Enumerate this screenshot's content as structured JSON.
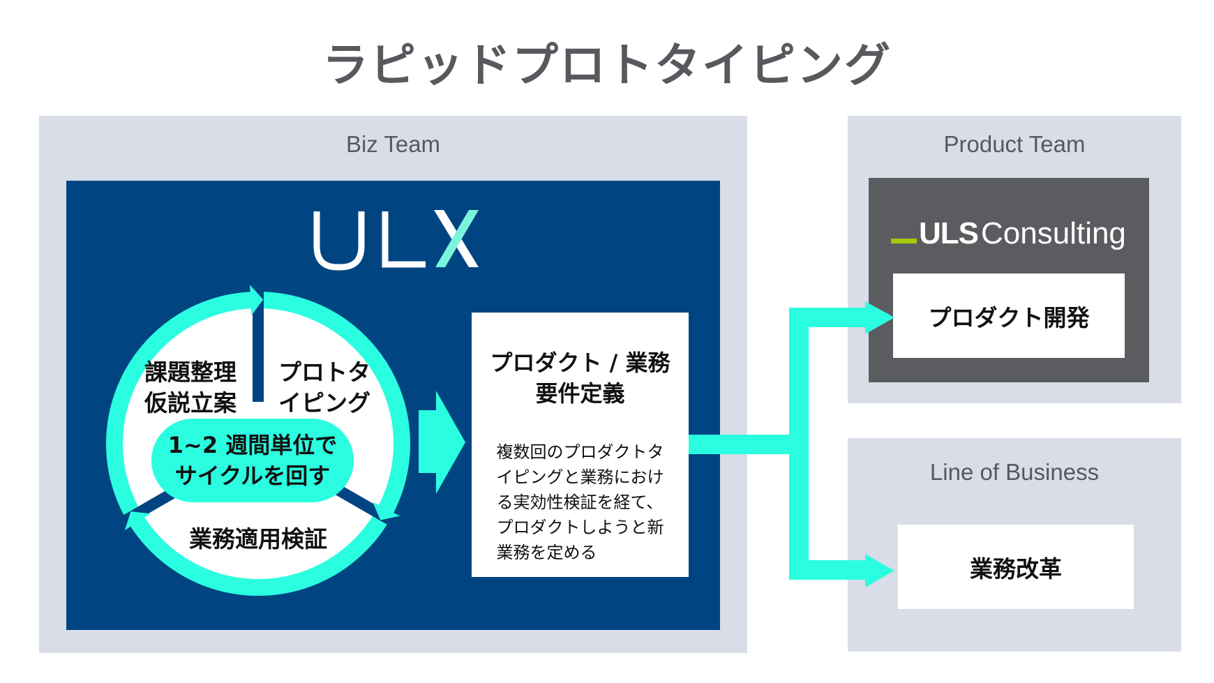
{
  "title": "ラピッドプロトタイピング",
  "colors": {
    "panel_bg": "#d8dde7",
    "navy": "#004582",
    "accent": "#2bfde0",
    "dark_gray": "#5b5c60",
    "uls_green": "#a5c80a",
    "text_gray": "#58595e"
  },
  "biz_team": {
    "label": "Biz Team",
    "logo": {
      "text_main": "UL",
      "text_accent": "X"
    },
    "cycle": {
      "steps": [
        {
          "line1": "課題整理",
          "line2": "仮説立案"
        },
        {
          "line1": "プロトタ",
          "line2": "イピング"
        },
        {
          "line1": "業務適用検証"
        }
      ],
      "center": {
        "line1": "1~2 週間単位で",
        "line2": "サイクルを回す"
      }
    },
    "requirements": {
      "title_line1": "プロダクト / 業務",
      "title_line2": "要件定義",
      "desc_lines": [
        "複数回のプロダクトタ",
        "イピングと業務におけ",
        "る実効性検証を経て、",
        "プロダクトしようと新",
        "業務を定める"
      ]
    }
  },
  "product_team": {
    "label": "Product Team",
    "logo": {
      "bold": "ULS",
      "light": "Consulting"
    },
    "box_label": "プロダクト開発"
  },
  "line_of_business": {
    "label": "Line of Business",
    "box_label": "業務改革"
  }
}
